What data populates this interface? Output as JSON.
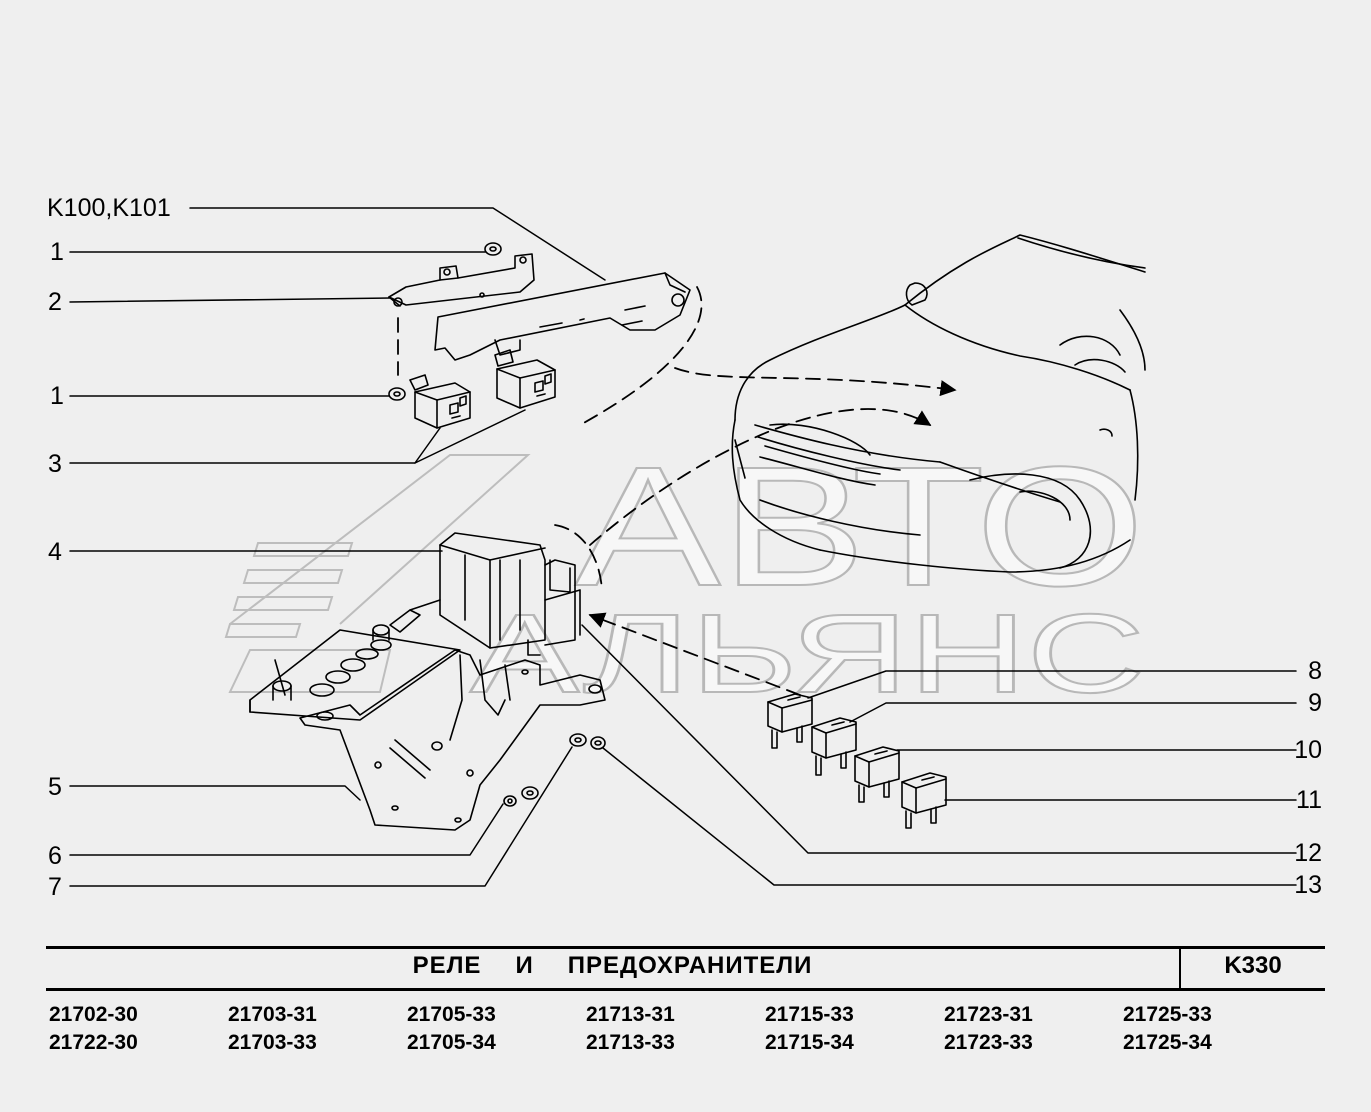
{
  "watermark": {
    "line1": "АВТО",
    "line2": "АЛЬЯНС"
  },
  "callouts_left": [
    {
      "id": "k100",
      "text": "K100,K101"
    },
    {
      "id": "1a",
      "text": "1"
    },
    {
      "id": "2",
      "text": "2"
    },
    {
      "id": "1b",
      "text": "1"
    },
    {
      "id": "3",
      "text": "3"
    },
    {
      "id": "4",
      "text": "4"
    },
    {
      "id": "5",
      "text": "5"
    },
    {
      "id": "6",
      "text": "6"
    },
    {
      "id": "7",
      "text": "7"
    }
  ],
  "callouts_right": [
    {
      "id": "8",
      "text": "8"
    },
    {
      "id": "9",
      "text": "9"
    },
    {
      "id": "10",
      "text": "10"
    },
    {
      "id": "11",
      "text": "11"
    },
    {
      "id": "12",
      "text": "12"
    },
    {
      "id": "13",
      "text": "13"
    }
  ],
  "footer": {
    "title_words": [
      "РЕЛЕ",
      "И",
      "ПРЕДОХРАНИТЕЛИ"
    ],
    "code": "K330",
    "models_row1": [
      "21702-30",
      "21703-31",
      "21705-33",
      "21713-31",
      "21715-33",
      "21723-31",
      "21725-33"
    ],
    "models_row2": [
      "21722-30",
      "21703-33",
      "21705-34",
      "21713-33",
      "21715-34",
      "21723-33",
      "21725-34"
    ]
  },
  "colors": {
    "background": "#efefef",
    "line": "#000000",
    "watermark_fill": "#f7f7f7"
  }
}
